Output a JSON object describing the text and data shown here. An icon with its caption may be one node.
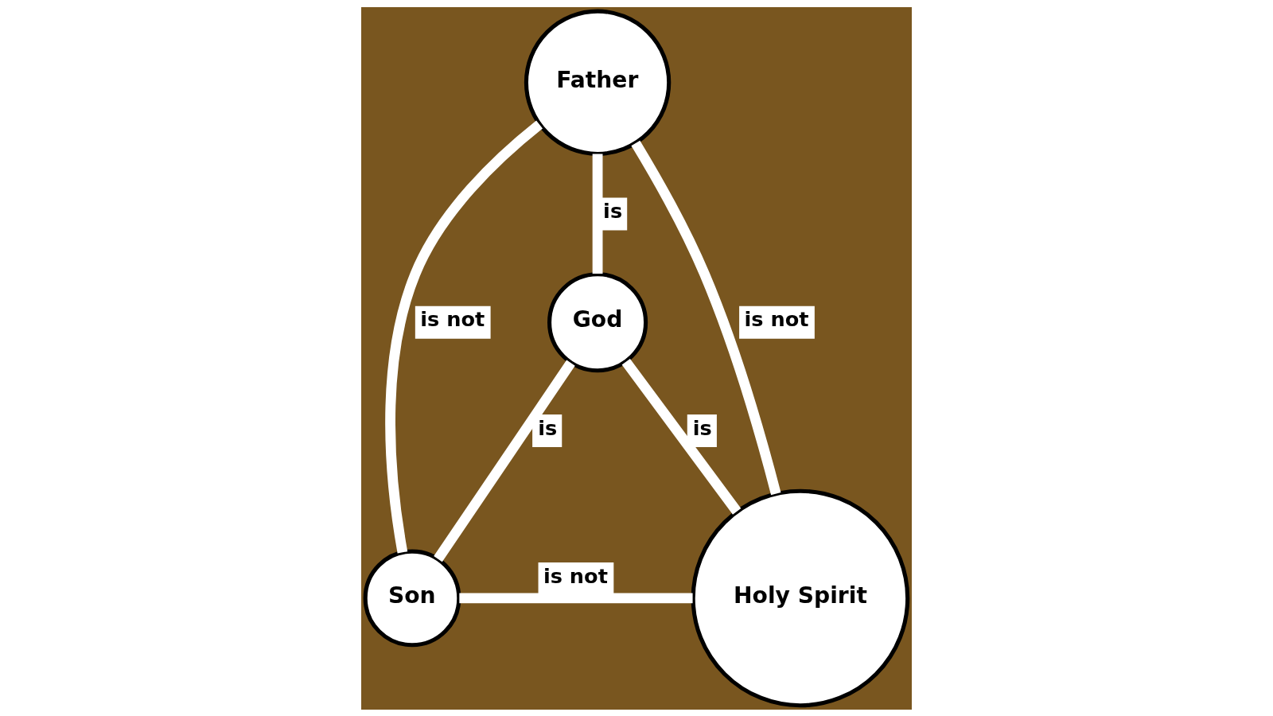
{
  "diagram": {
    "nodes": [
      {
        "text": [
          "Father"
        ]
      },
      {
        "text": [
          "God"
        ]
      },
      {
        "text": [
          "Son"
        ]
      },
      {
        "text": [
          "Holy Spirit"
        ]
      }
    ],
    "edges": [
      {
        "from": 0,
        "to": 1,
        "label": "is",
        "arrow": "none"
      },
      {
        "from": 0,
        "to": 2,
        "label": "is not",
        "arrow": "none"
      },
      {
        "from": 0,
        "to": 3,
        "label": "is not",
        "arrow": "none"
      },
      {
        "from": 2,
        "to": 1,
        "label": "is",
        "arrow": "none"
      },
      {
        "from": 3,
        "to": 1,
        "label": "is",
        "arrow": "none"
      },
      {
        "from": 2,
        "to": 3,
        "label": "is not",
        "arrow": "none"
      }
    ]
  }
}
